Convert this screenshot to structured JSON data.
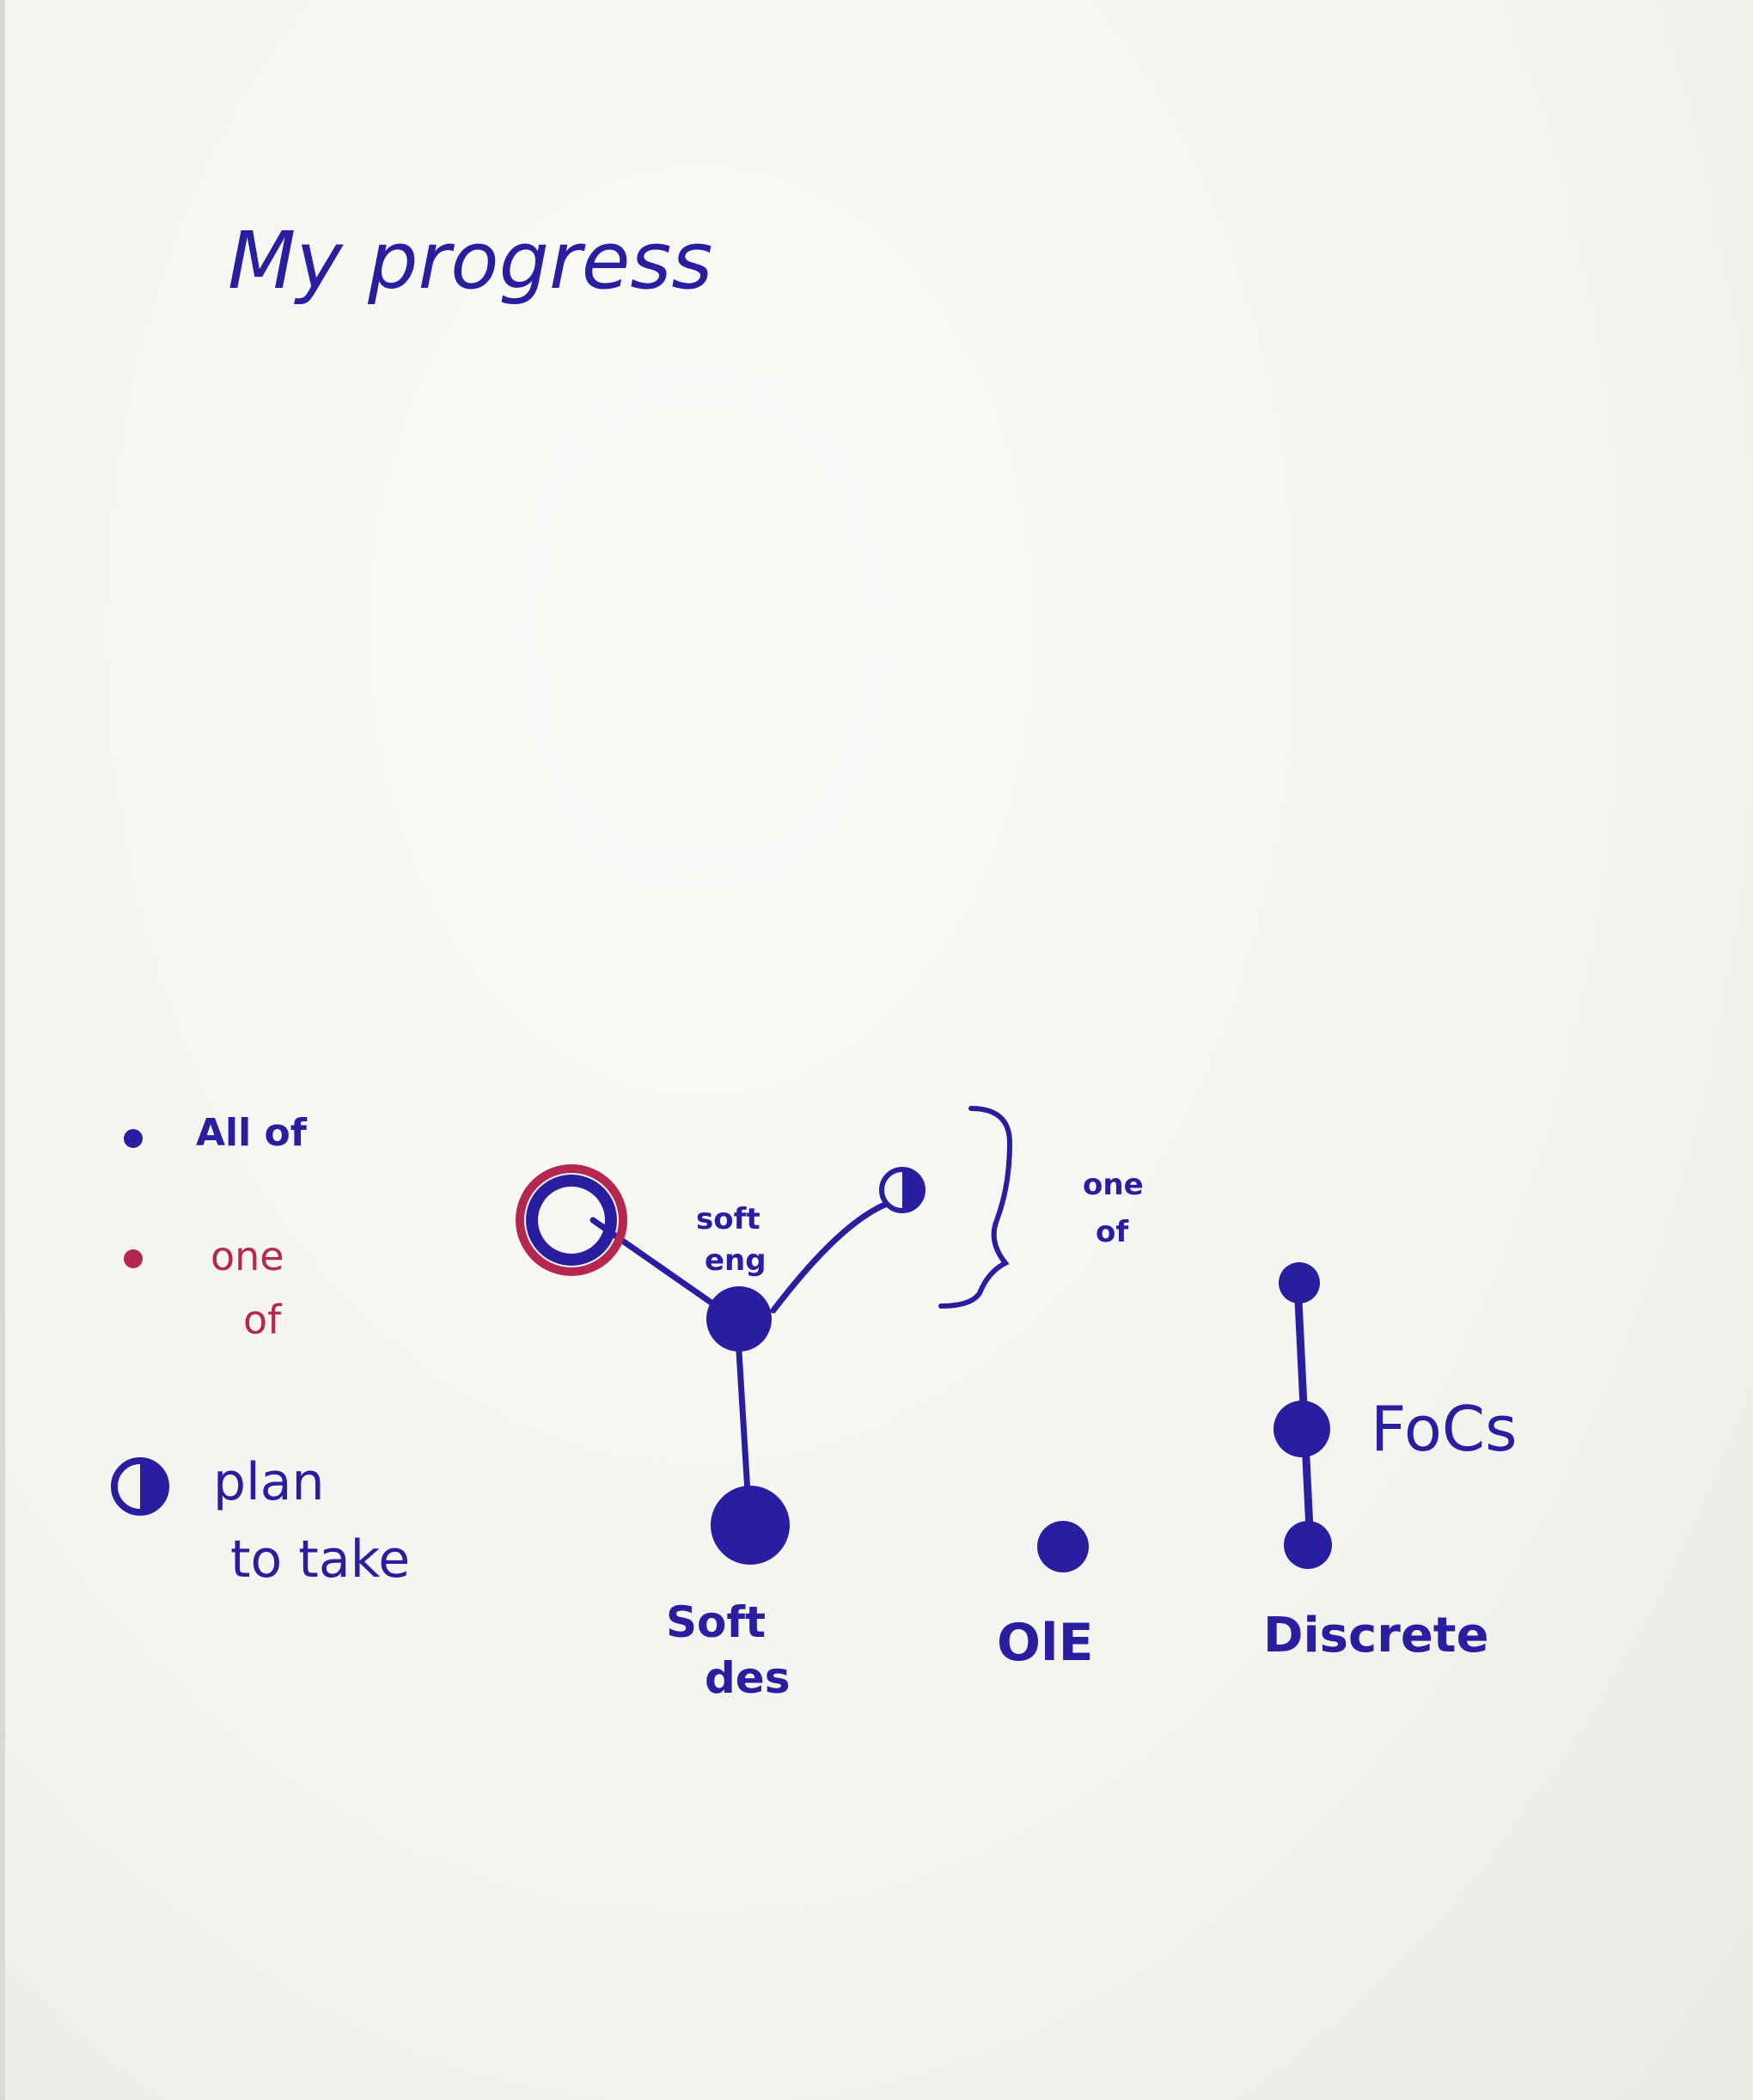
{
  "colors": {
    "ink": "#2a1ea0",
    "red": "#b5274f",
    "paper": "#f4f4f0"
  },
  "title": "My progress",
  "legend": {
    "all_of": "All of",
    "one_of_line1": "one",
    "one_of_line2": "of",
    "plan_line1": "plan",
    "plan_line2": "to take"
  },
  "nodes": {
    "soft_eng_line1": "soft",
    "soft_eng_line2": "eng",
    "soft_des_line1": "Soft",
    "soft_des_line2": "des",
    "ole": "OlE",
    "discrete": "Discrete",
    "focs": "FoCs"
  },
  "bracket": {
    "line1": "one",
    "line2": "of"
  }
}
